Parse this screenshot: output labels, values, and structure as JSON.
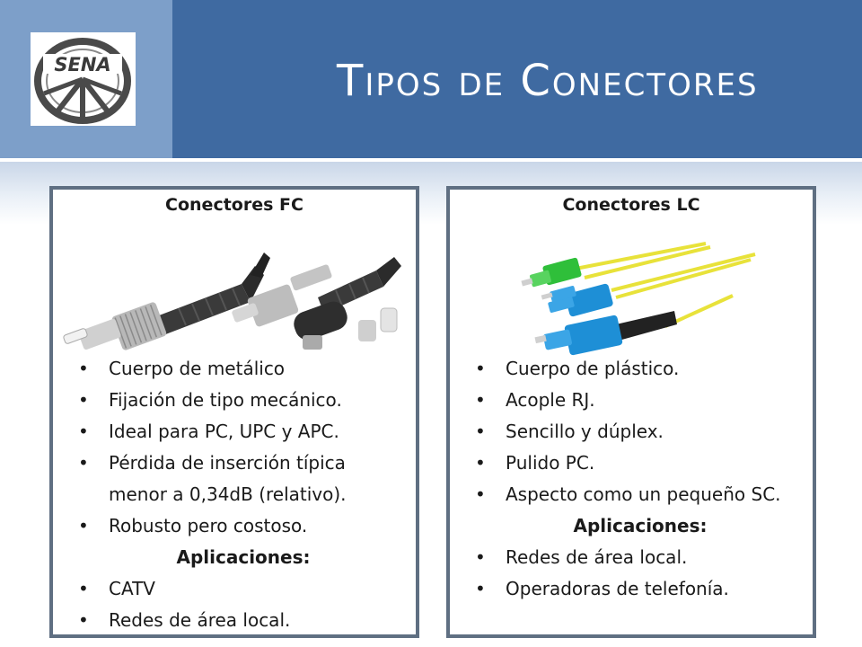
{
  "header": {
    "title": "Tipos de Conectores",
    "logo_text": "SENA"
  },
  "cards": [
    {
      "title": "Conectores FC",
      "image": "fc-connector-photo",
      "bullets": [
        "Cuerpo de metálico",
        "Fijación de tipo mecánico.",
        "Ideal para PC, UPC y APC.",
        "Pérdida de inserción típica menor a 0,34dB (relativo).",
        "Robusto pero costoso."
      ],
      "apps_label": "Aplicaciones:",
      "apps": [
        "CATV",
        "Redes de área local."
      ]
    },
    {
      "title": "Conectores LC",
      "image": "lc-connector-photo",
      "bullets": [
        "Cuerpo de plástico.",
        "Acople RJ.",
        "Sencillo y dúplex.",
        "Pulido PC.",
        "Aspecto como un pequeño SC."
      ],
      "apps_label": "Aplicaciones:",
      "apps": [
        "Redes de área local.",
        "Operadoras de telefonía."
      ]
    }
  ],
  "colors": {
    "header": "#3f6aa1",
    "header_left": "#7d9fc9",
    "card_border": "#5f6f82",
    "lc_green": "#2fbf3a",
    "lc_blue": "#1e8fd6",
    "fiber_yellow": "#e8e23a"
  }
}
